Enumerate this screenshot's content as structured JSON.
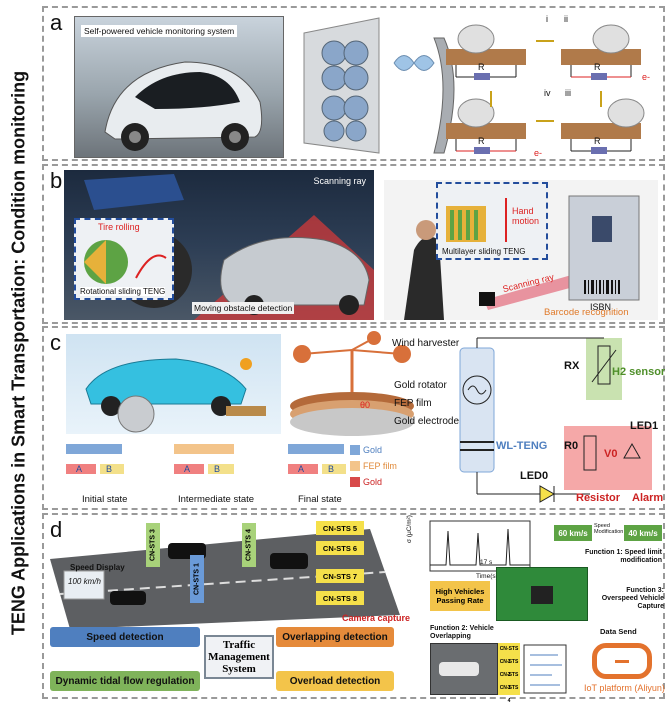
{
  "side_title": "TENG Applications in Smart Transportation: Condition monitoring",
  "panel_a": {
    "letter": "a",
    "caption": "Self-powered vehicle monitoring system",
    "steps": [
      "i",
      "ii",
      "iii",
      "iv"
    ],
    "resistor": "R",
    "electron": "e-"
  },
  "panel_b": {
    "letter": "b",
    "scanning_ray_top": "Scanning ray",
    "tire_rolling": "Tire rolling",
    "rotational_teng": "Rotational sliding TENG",
    "moving_obstacle": "Moving obstacle detection",
    "hand_motion": "Hand motion",
    "multilayer_teng": "Multilayer sliding TENG",
    "scanning_ray_bottom": "Scanning ray",
    "isbn": "ISBN",
    "barcode_recognition": "Barcode recognition"
  },
  "panel_c": {
    "letter": "c",
    "wind_harvester": "Wind harvester",
    "gold_rotator": "Gold rotator",
    "fep_film": "FEP film",
    "gold_electrode": "Gold electrode",
    "theta": "θ0",
    "legend": [
      {
        "label": "Gold",
        "color": "#7fa7d8"
      },
      {
        "label": "FEP film",
        "color": "#f3c48a"
      },
      {
        "label": "Gold",
        "color": "#d84a4a"
      }
    ],
    "states": [
      "Initial state",
      "Intermediate state",
      "Final state"
    ],
    "electrode_a": "A",
    "electrode_b": "B",
    "wl_teng": "WL-TENG",
    "rx": "RX",
    "h2_sensor": "H2 sensor",
    "r0": "R0",
    "v0": "V0",
    "led1": "LED1",
    "led0": "LED0",
    "resistor": "Resistor",
    "alarm": "Alarm"
  },
  "panel_d": {
    "letter": "d",
    "sensors": [
      "CN-STS 1",
      "CN-STS 3",
      "CN-STS 4",
      "CN-STS 5",
      "CN-STS 6",
      "CN-STS 7",
      "CN-STS 8"
    ],
    "speed_display": "Speed Display",
    "speed_value": "100 km/h",
    "camera_capture": "Camera capture",
    "speed_detection": "Speed detection",
    "overlapping_detection": "Overlapping detection",
    "traffic_mgmt": "Traffic Management System",
    "dynamic_tidal": "Dynamic tidal flow regulation",
    "overload_detection": "Overload detection",
    "speed_from": "60 km/s",
    "speed_to": "40 km/s",
    "speed_mod": "Speed Modification",
    "function1": "Function 1: Speed limit modification",
    "function2": "Function 2: Vehicle Overlapping",
    "function3": "Function 3: Overspeed Vehicle Capture",
    "chart_ylabel": "σ (μC/m²)",
    "chart_xlabel": "Time(s)",
    "chart_interval": "17 s",
    "high_vehicles": "High Vehicles Passing Rate",
    "data_send": "Data Send",
    "iot_platform": "IoT platform (Aliyun)",
    "overlap_sensors": [
      "CN-STS 1",
      "CN-STS 2",
      "CN-STS 3",
      "CN-STS 4"
    ]
  },
  "colors": {
    "speed_detection": "#4f7fbf",
    "overlapping": "#e58a3a",
    "dynamic_tidal": "#7fb35a",
    "overload": "#f3c44a",
    "sensor_green": "#a8d27a",
    "sensor_blue": "#6a9ad8",
    "sensor_yellow": "#f5e04a",
    "iot": "#e3722d"
  }
}
